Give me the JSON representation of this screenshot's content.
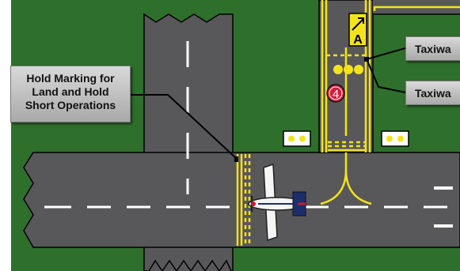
{
  "callouts": {
    "hold_marking": {
      "line1": "Hold Marking for",
      "line2": "Land and Hold",
      "line3": "Short Operations"
    },
    "taxiway_top": "Taxiwa",
    "taxiway_bottom": "Taxiwa"
  },
  "signs": {
    "direction_sign_letter": "A",
    "runway_sign_number": "4"
  },
  "colors": {
    "grass": "#2f6f2c",
    "pavement": "#58585a",
    "marking_white": "#ffffff",
    "marking_yellow": "#f4e31c",
    "sign_red": "#d11f3c",
    "callout_fill": "#bdbdbd"
  }
}
